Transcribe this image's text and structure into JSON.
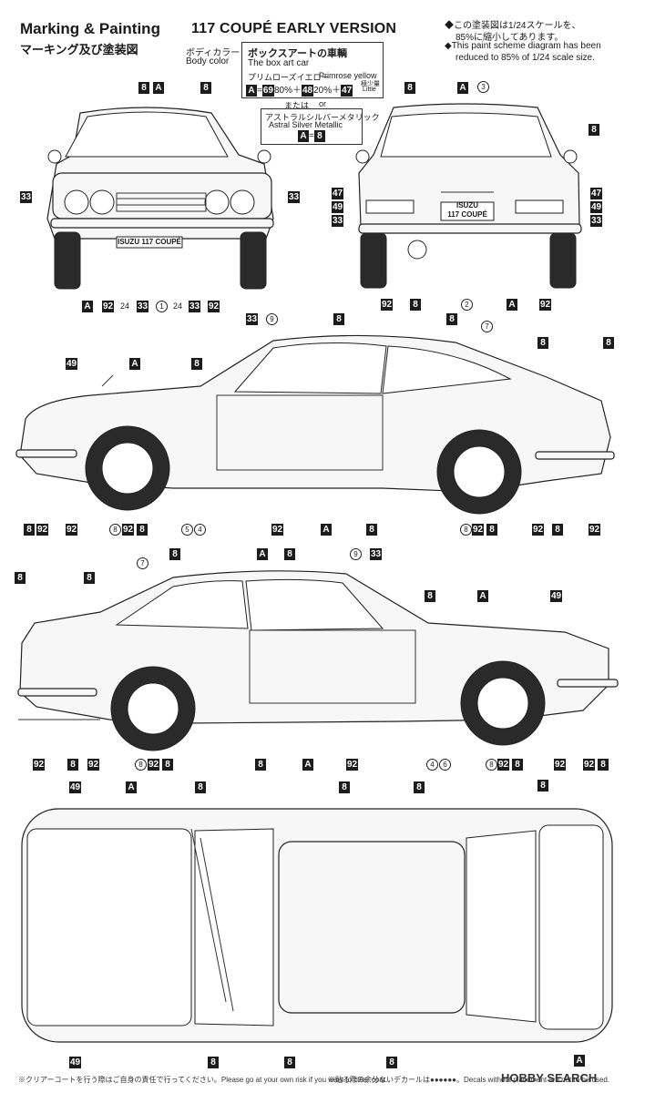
{
  "header": {
    "title": "Marking & Painting",
    "title_jp": "マーキング及び塗装図",
    "version": "117 COUPÉ EARLY VERSION",
    "note_jp_1": "◆この塗装図は1/24スケールを、",
    "note_jp_2": "85%に縮小してあります。",
    "note_en_1": "◆This paint scheme diagram has been",
    "note_en_2": "reduced to 85% of 1/24 scale size."
  },
  "color_legend": {
    "body_color_jp": "ボディカラー",
    "body_color_en": "Body color",
    "box_car_jp": "ボックスアートの車輌",
    "box_car_en": "The box art car",
    "primrose_jp": "プリムローズイエロー",
    "primrose_en": "Primrose yellow",
    "formula_a": "A",
    "formula_eq": "=",
    "formula_69": "69",
    "formula_80": "80%＋",
    "formula_48": "48",
    "formula_20": "20%＋",
    "formula_47": "47",
    "little_jp": "極少量",
    "little_en": "Little",
    "or_jp": "または",
    "or_en": "or",
    "astral_jp": "アストラルシルバーメタリック",
    "astral_en": "Astral Silver Metallic",
    "astral_a": "A",
    "astral_eq": "=",
    "astral_8": "8"
  },
  "plates": {
    "front": "ISUZU 117 COUPÉ",
    "rear_1": "ISUZU",
    "rear_2": "117 COUPÉ"
  },
  "callouts": {
    "c8": "8",
    "cA": "A",
    "c33": "33",
    "c92": "92",
    "c24": "24",
    "c47": "47",
    "c49": "49",
    "c1": "1",
    "c2": "2",
    "c3": "3",
    "c4": "4",
    "c5": "5",
    "c6": "6",
    "c7": "7",
    "c9": "9"
  },
  "footer": {
    "left": "※クリアーコートを行う際はご自身の責任で行ってください。Please go at your own risk if you want to clear coat.",
    "right": "※貼る際の余分ないデカールは●●●●●●。Decals without placement are not to be used."
  },
  "watermark": "HOBBY SEARCH"
}
